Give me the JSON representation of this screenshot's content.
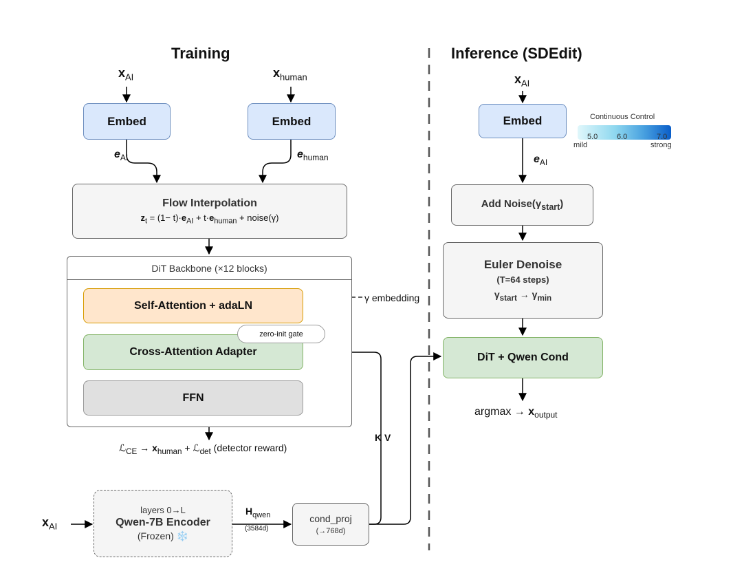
{
  "training": {
    "title": "Training",
    "x_ai_top": {
      "base": "x",
      "sub": "AI"
    },
    "x_human_top": {
      "base": "x",
      "sub": "human"
    },
    "embed_left": "Embed",
    "embed_right": "Embed",
    "e_ai": {
      "base": "e",
      "sub": "AI"
    },
    "e_human": {
      "base": "e",
      "sub": "human"
    },
    "flow": {
      "title": "Flow Interpolation",
      "z": "z",
      "t_sub": "t",
      "eq1": " = (1− t)·",
      "e1": "e",
      "e1_sub": "AI",
      "eq2": " + t·",
      "e2": "e",
      "e2_sub": "human",
      "eq3": " + noise(γ)"
    },
    "dit": {
      "header": "DiT Backbone (×12 blocks)",
      "self_attention": "Self-Attention + adaLN",
      "cross_attention": "Cross-Attention Adapter",
      "zero_gate": "zero-init gate",
      "ffn": "FFN",
      "gamma_embedding": "γ embedding"
    },
    "loss": {
      "l1": "ℒ",
      "l1_sub": "CE",
      "arrow": " → ",
      "x": "x",
      "x_sub": "human",
      "plus": " + ",
      "l2": "ℒ",
      "l2_sub": "det",
      "tail": " (detector reward)"
    },
    "kv": "K V",
    "x_ai_bottom": {
      "base": "x",
      "sub": "AI"
    },
    "qwen": {
      "layers": "layers 0→L",
      "title": "Qwen-7B Encoder",
      "frozen": "(Frozen) ❄️"
    },
    "h_qwen": {
      "base": "H",
      "sub": "qwen",
      "dim": "(3584d)"
    },
    "cond_proj": {
      "title": "cond_proj",
      "dim": "(→768d)"
    }
  },
  "inference": {
    "title": "Inference (SDEdit)",
    "x_ai": {
      "base": "x",
      "sub": "AI"
    },
    "embed": "Embed",
    "e_ai": {
      "base": "e",
      "sub": "AI"
    },
    "control": {
      "title": "Continuous Control",
      "ticks": [
        "5.0",
        "6.0",
        "7.0"
      ],
      "min_label": "mild",
      "max_label": "strong"
    },
    "add_noise": {
      "text": "Add Noise(",
      "gamma": "γ",
      "sub": "start",
      "close": ")"
    },
    "euler": {
      "title": "Euler Denoise",
      "steps": "(T=64 steps)",
      "g1": "γ",
      "g1_sub": "start",
      "arrow": " → ",
      "g2": "γ",
      "g2_sub": "min"
    },
    "dit_qwen": "DiT + Qwen Cond",
    "output": {
      "pre": "argmax → ",
      "x": "x",
      "sub": "output"
    }
  }
}
